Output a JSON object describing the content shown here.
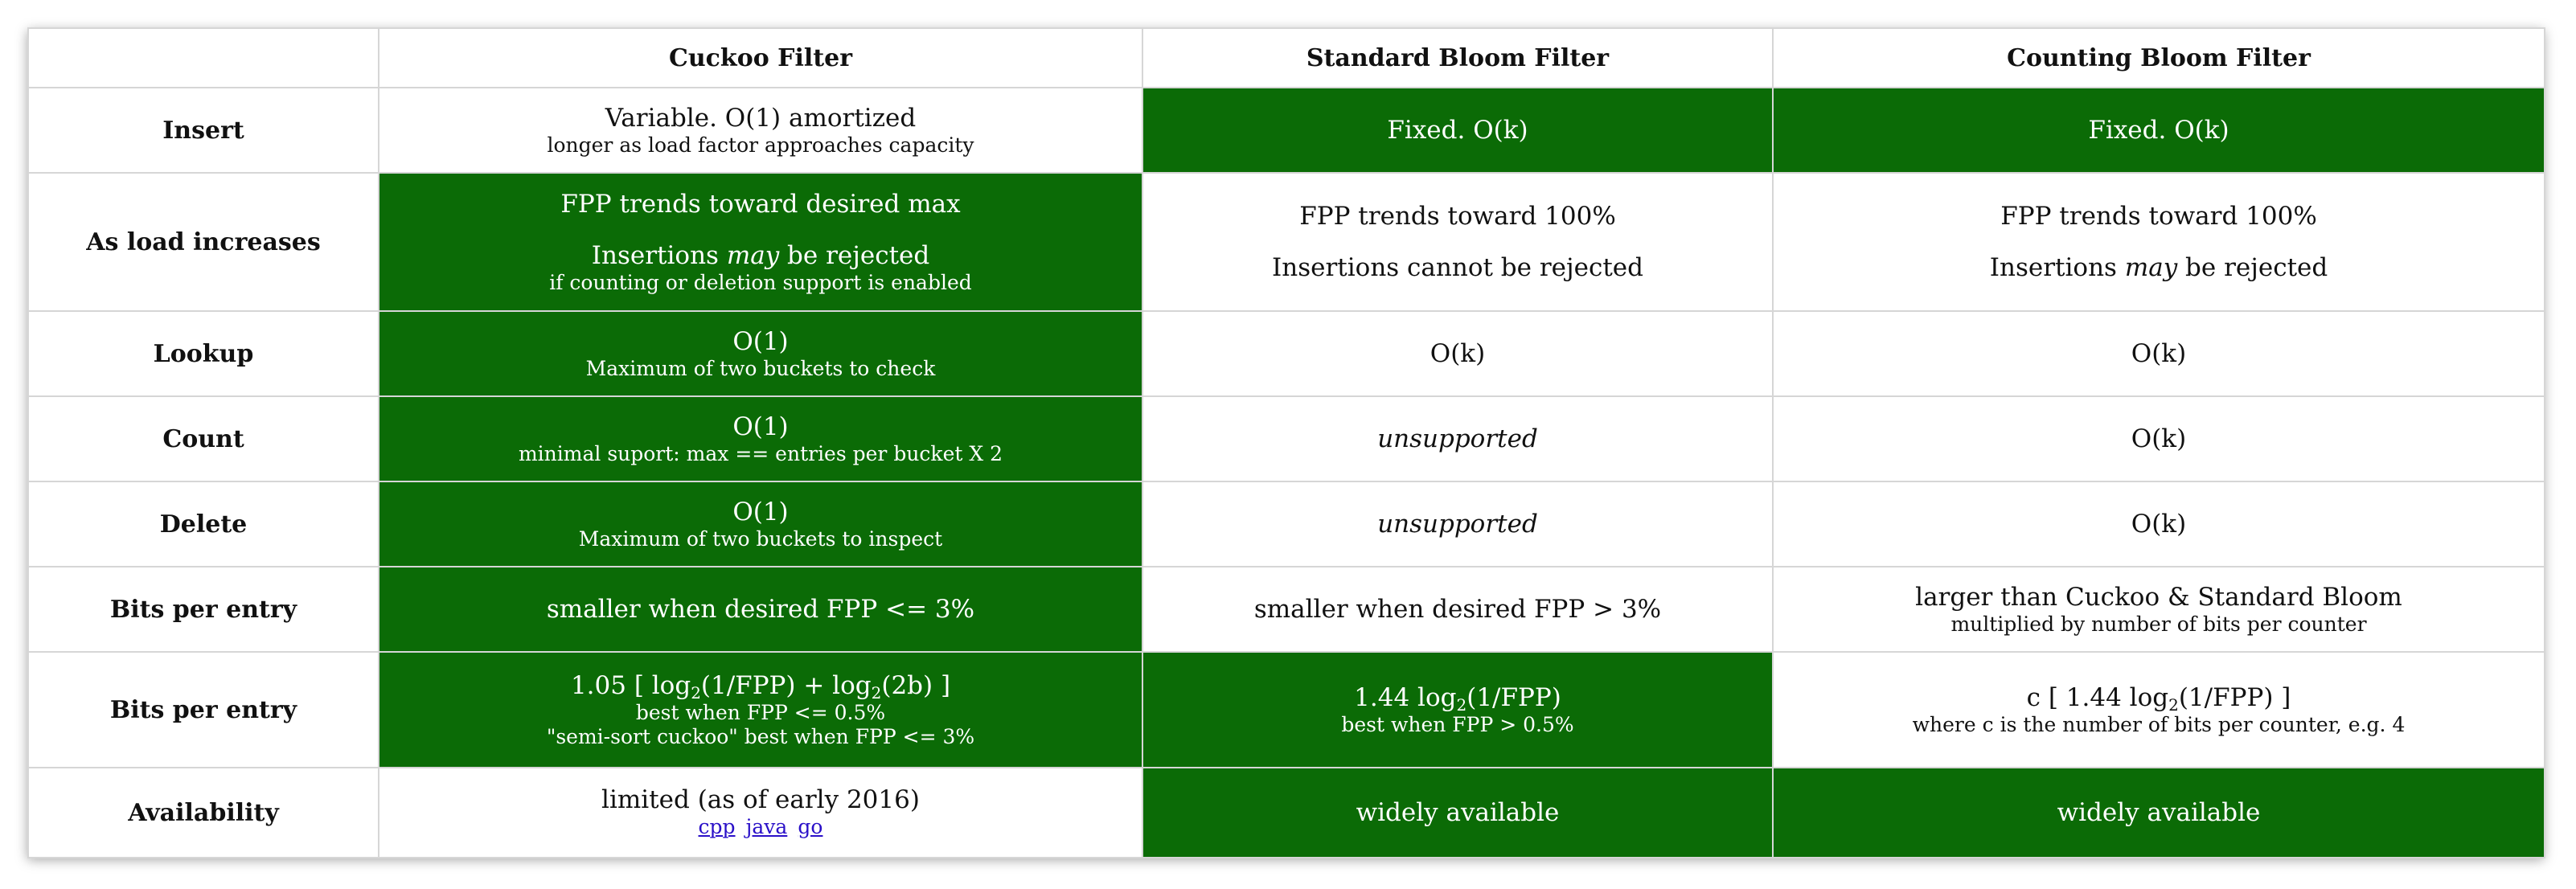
{
  "header": {
    "corner": "",
    "cuckoo": "Cuckoo Filter",
    "standard": "Standard Bloom Filter",
    "counting": "Counting Bloom Filter"
  },
  "rows": {
    "insert": {
      "label": "Insert",
      "cuckoo_main": "Variable. O(1) amortized",
      "cuckoo_sub": "longer as load factor approaches capacity",
      "standard": "Fixed. O(k)",
      "counting": "Fixed. O(k)"
    },
    "load": {
      "label": "As load increases",
      "cuckoo_line1": "FPP trends toward desired max",
      "cuckoo_line2_pre": "Insertions ",
      "cuckoo_line2_em": "may",
      "cuckoo_line2_post": " be rejected",
      "cuckoo_sub": "if counting or deletion support is enabled",
      "standard_line1": "FPP trends toward 100%",
      "standard_line2": "Insertions cannot be rejected",
      "counting_line1": "FPP trends toward 100%",
      "counting_line2_pre": "Insertions ",
      "counting_line2_em": "may",
      "counting_line2_post": " be rejected"
    },
    "lookup": {
      "label": "Lookup",
      "cuckoo_main": "O(1)",
      "cuckoo_sub": "Maximum of two buckets to check",
      "standard": "O(k)",
      "counting": "O(k)"
    },
    "count": {
      "label": "Count",
      "cuckoo_main": "O(1)",
      "cuckoo_sub": "minimal suport: max == entries per bucket X 2",
      "standard": "unsupported",
      "counting": "O(k)"
    },
    "delete": {
      "label": "Delete",
      "cuckoo_main": "O(1)",
      "cuckoo_sub": "Maximum of two buckets to inspect",
      "standard": "unsupported",
      "counting": "O(k)"
    },
    "bits1": {
      "label": "Bits per entry",
      "cuckoo": "smaller when desired FPP <= 3%",
      "standard": "smaller when desired FPP > 3%",
      "counting_main": "larger than Cuckoo & Standard Bloom",
      "counting_sub": "multiplied by number of bits per counter"
    },
    "bits2": {
      "label": "Bits per entry",
      "cuckoo_f1": "1.05 [ log",
      "cuckoo_f1_sub": "2",
      "cuckoo_f2": "(1/FPP) + log",
      "cuckoo_f2_sub": "2",
      "cuckoo_f3": "(2b) ]",
      "cuckoo_sub1": "best when FPP <= 0.5%",
      "cuckoo_sub2": "\"semi-sort cuckoo\" best when FPP <= 3%",
      "standard_f1": "1.44 log",
      "standard_f1_sub": "2",
      "standard_f2": "(1/FPP)",
      "standard_sub": "best when FPP > 0.5%",
      "counting_f1": "c [ 1.44 log",
      "counting_f1_sub": "2",
      "counting_f2": "(1/FPP) ]",
      "counting_sub": "where c is the number of bits per counter, e.g. 4"
    },
    "availability": {
      "label": "Availability",
      "cuckoo_main": "limited (as of early 2016)",
      "links": [
        "cpp",
        "java",
        "go"
      ],
      "standard": "widely available",
      "counting": "widely available"
    }
  },
  "colors": {
    "highlight_green": "#0b6b06",
    "link_blue": "#2a10c8",
    "grid": "#d6d6d6"
  }
}
